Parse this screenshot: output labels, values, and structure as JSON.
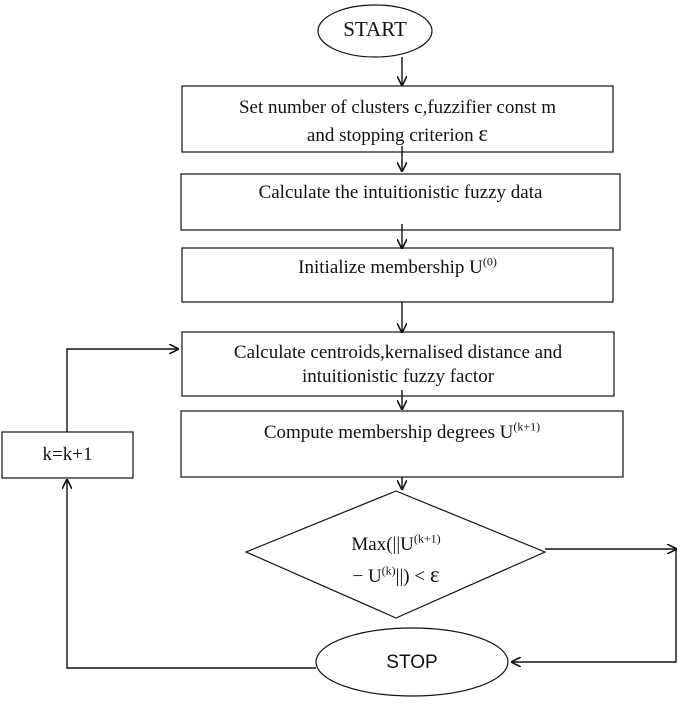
{
  "start_label": "START",
  "step_set_params": {
    "line1": "Set number of clusters c,fuzzifier const m",
    "line2": "and stopping criterion",
    "symbol": "ε"
  },
  "step_intuitionistic": "Calculate the intuitionistic fuzzy data",
  "step_init": {
    "text": "Initialize membership U",
    "superscript": "(0)"
  },
  "step_centroids": {
    "line1": "Calculate centroids,kernalised distance and",
    "line2": "intuitionistic fuzzy factor"
  },
  "step_compute": {
    "text": "Compute membership degrees U",
    "superscript": "(k+1)"
  },
  "decision": {
    "line1_text": "Max(||U",
    "line1_sup": "(k+1)",
    "line2_prefix": "− U",
    "line2_sup": "(k)",
    "line2_text": "||) <",
    "symbol": "ε"
  },
  "stop_label": "STOP",
  "increment_label": "k=k+1"
}
